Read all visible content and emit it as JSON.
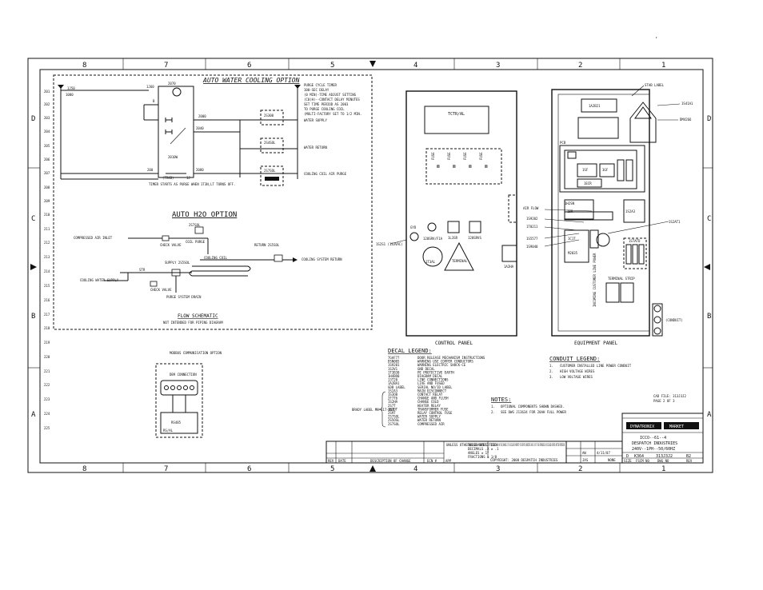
{
  "frame": {
    "columns_top": [
      "8",
      "7",
      "6",
      "5",
      "4",
      "3",
      "2",
      "1"
    ],
    "columns_bottom": [
      "8",
      "7",
      "6",
      "5",
      "4",
      "3",
      "2",
      "1"
    ],
    "rows_left": [
      "D",
      "C",
      "B",
      "A"
    ],
    "rows_right": [
      "D",
      "C",
      "B",
      "A"
    ],
    "stray_mark": ","
  },
  "water_cooling": {
    "title": "AUTO WATER COOLING OPTION",
    "row_numbers": [
      "201",
      "202",
      "203",
      "204",
      "205",
      "206",
      "207",
      "208",
      "209",
      "210"
    ],
    "wire_labels": [
      "1J50",
      "1080",
      "1J60",
      "B",
      "200",
      "2080",
      "2070",
      "2040",
      "2000",
      "1J"
    ],
    "pressure_switch": "2010W",
    "relay_label": "(TR4B)",
    "relay_coil": "2070",
    "relay_note": "TIMER STARTS AS PURGE WHEN 1T3N,LT TURNS OFF.",
    "purge_notes": [
      "PURGE CYCLE TIMER",
      "100-SEC DELAY",
      "(0 MIN)-TIME ADJUST SETTING",
      "(C0(H)--CONTACT DELAY MINUTES",
      "SET TIME PERIOD AS 2003",
      "TO PURGE COOLING COIL",
      "(MULTI-FACTORY SET TO 1/2 MIN."
    ],
    "valves": [
      {
        "id": "2S300",
        "name": "WATER SUPPLY"
      },
      {
        "id": "2S4SOL",
        "name": "WATER RETURN"
      },
      {
        "id": "2S7SOL",
        "name": "COOLING COIL AIR PURGE"
      }
    ]
  },
  "h2o_option": {
    "title": "AUTO H2O OPTION",
    "row_numbers": [
      "211",
      "212",
      "213",
      "214",
      "215",
      "216",
      "217",
      "218"
    ],
    "inlet": "COMPRESSED AIR INLET",
    "check_valve": "CHECK VALVE",
    "coil_purge": "COIL PURGE",
    "purge_sol": "2S7SOL",
    "return_sol": "RETURN 2S5SOL",
    "cooling_coil": "COOLING COIL",
    "cooling_outlet": "COOLING SYSTEM RETURN",
    "supply": "SUPPLY 2S5SOL",
    "strainer": "STR",
    "cooling_water_supply": "COOLING WATER SUPPLY",
    "purge_drain": "PURGE SYSTEM DRAIN",
    "check_valve2": "CHECK VALVE",
    "flow_title": "FLOW SCHEMATIC",
    "flow_note": "NOT INTENDED FOR PIPING DIAGRAM"
  },
  "comm_option": {
    "title": "MODBUS COMMUNICATION OPTION",
    "row_numbers": [
      "219",
      "220",
      "221",
      "222",
      "223",
      "224",
      "225"
    ],
    "connector": "DB9 CONNECTION",
    "inner": "RS485",
    "inner2": "RS/AL"
  },
  "control_panel": {
    "label": "CONTROL PANEL",
    "display": "TCTR/AL",
    "fuses": [
      "FUSE",
      "FUSE",
      "FUSE",
      "FUSE"
    ],
    "items": [
      "GYD",
      "120SRV/F1A",
      "1L3SR",
      "120SRVS",
      "1T3AL",
      "TERMINAL"
    ],
    "left_tag": "1S2S1 (1S3VAC)",
    "bottom_tag": "1A2HA"
  },
  "equipment_panel": {
    "label": "EQUIPMENT PANEL",
    "top_labels": [
      "STAB LABEL",
      "1S41A1",
      "DM4266"
    ],
    "pcb": "PCB",
    "blocks": [
      "1A2B21",
      "1SF",
      "3GF",
      "1ECR",
      "1BR",
      "1H2SN",
      "1S2A3",
      "1STATD",
      "1C1T",
      "M2035"
    ],
    "side_tags": [
      "AIR FLOW",
      "1S9202",
      "1T0211",
      "1S5577",
      "1S9040"
    ],
    "right_tag": "1S2AT1",
    "vertical_note": "INCOMING CUSTOMER LINE POWER",
    "terminal": "TERMINAL STRIP",
    "conduit_tag": "(CONDUIT)"
  },
  "decal_legend": {
    "title": "DECAL LEGEND:",
    "rows": [
      [
        "7GAF77",
        "DOOR RELEASE MECHANISM INSTRUCTIONS"
      ],
      [
        "DSN005",
        "WARNING USE COPPER CONDUCTORS"
      ],
      [
        "1S9201",
        "WARNING ELECTRIC SHOCK-CE"
      ],
      [
        "1S3V1",
        "GND DECAL"
      ],
      [
        "1T3B30",
        "PE PROTECTIVE EARTH"
      ],
      [
        "1H4BO0",
        "DIAGRAM DECAL"
      ],
      [
        "13T20",
        "LINE CONNECTIONS"
      ],
      [
        "1A2BA1",
        "LIVE AND FUSED"
      ],
      [
        "GDB LABEL",
        "SERIAL NO/ID LABEL"
      ],
      [
        "1S2A3",
        "MAIN DISCONNECT"
      ],
      [
        "1S3O8",
        "CONTACT RELAY"
      ],
      [
        "2F7T6",
        "CHANGE AND FLUSH"
      ],
      [
        "1S2HA",
        "CHANGE COLD"
      ],
      [
        "2S7T",
        "HEATER RELAY"
      ],
      [
        "2S7OT",
        "TRANSFORMER FUSE"
      ],
      [
        "2S9T",
        "RELAY CONTROL FUSE"
      ],
      [
        "2S7SOL",
        "WATER SUPPLY"
      ],
      [
        "2S5OSL",
        "WATER RETURN"
      ],
      [
        "2S7SOL",
        "COMPRESSED AIR"
      ]
    ],
    "brace_label": "BRADY LABEL MN-317-802"
  },
  "conduit_legend": {
    "title": "CONDUIT LEGEND:",
    "rows": [
      [
        "1.",
        "CUSTOMER INSTALLED LINE POWER CONDUIT"
      ],
      [
        "2.",
        "HIGH VOLTAGE WIRES"
      ],
      [
        "3.",
        "LOW VOLTAGE WIRES"
      ]
    ]
  },
  "notes": {
    "title": "NOTES:",
    "rows": [
      [
        "1.",
        "OPTIONAL COMPONENTS SHOWN DASHED."
      ],
      [
        "2.",
        "SEE DWG J13634 FOR 20AH FULL POWER"
      ]
    ]
  },
  "title_block": {
    "cad_file": "CAD FILE: 313J3J2",
    "page": "PAGE 2 OF 3",
    "brand_left": "DYNATRONIX",
    "brand_right": "MARKET",
    "model_line1": "ICCO--61--4",
    "model_line2": "DESPATCH INDUSTRIES",
    "model_line3": "240V--1PH--50/60HZ",
    "drawing_no": "313J3J2",
    "rev": "B2",
    "size": "D",
    "scale": "NONE",
    "date": "4/11/07",
    "sheet_id": "K364",
    "dwn": "AW",
    "chk": "JAS",
    "row_labels": [
      "SIZE",
      "FSCM NO",
      "DWG NO",
      "REV",
      "SCALE",
      "SHEET"
    ],
    "revision_headers": [
      "REV",
      "DATE",
      "DESCRIPTION OF CHANGE",
      "ECN #",
      "APP"
    ],
    "legal": "THE DESIGN SHOWN ON THIS DRAWING IS THE EXCLUSIVE PROPERTY OF DESPATCH INDUSTRIES AND IS NOT TO BE REPRODUCED OR DISCLOSED WITHOUT WRITTEN PERMISSION",
    "copyright": "COPYRIGHT: 2008  DESPATCH INDUSTRIES",
    "unless": "UNLESS OTHERWISE SPECIFIED",
    "tolerance": [
      "TOLERANCES",
      "DECIMALS .X ± .1",
      "ANGLES ± 1°",
      "FRACTIONS ± 1/8"
    ]
  }
}
